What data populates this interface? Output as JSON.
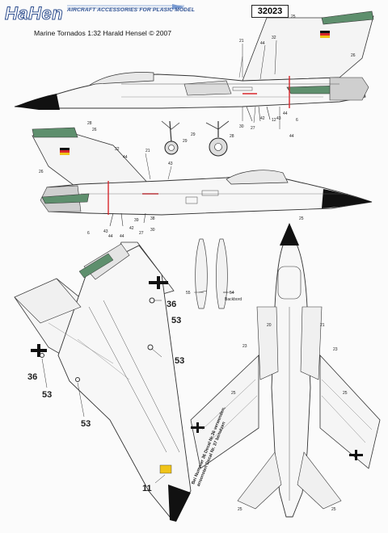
{
  "header": {
    "logo": "HaHen",
    "tagline": "AIRCRAFT ACCESSORIES FOR PLASIC MODEL",
    "kit_number": "32023",
    "title": "Marine Tornados 1:32 Harald Hensel © 2007"
  },
  "callouts": {
    "n11": "11",
    "n21": "21",
    "n25": "25",
    "n26": "26",
    "n27": "27",
    "n28": "28",
    "n29": "29",
    "n30": "30",
    "n32": "32",
    "n36": "36",
    "n38": "38",
    "n39": "39",
    "n42": "42",
    "n43": "43",
    "n44": "44",
    "n53": "53",
    "n54": "54",
    "n55": "55",
    "n6": "6",
    "n12": "12",
    "n4": "4"
  },
  "notes": {
    "backbord": "Backbord",
    "vertical_note_line1": "Bei Nummer 36 Decal Nr.36 verwenden,",
    "vertical_note_line2": "ansonsten Decal Nr. 37 benutzen"
  },
  "colors": {
    "nose_black": "#111111",
    "intake_green": "#5e8f6d",
    "flag_black": "#111111",
    "flag_red": "#d8262c",
    "flag_gold": "#f0c419",
    "brand_blue": "#2c4f92",
    "line": "#333333"
  }
}
